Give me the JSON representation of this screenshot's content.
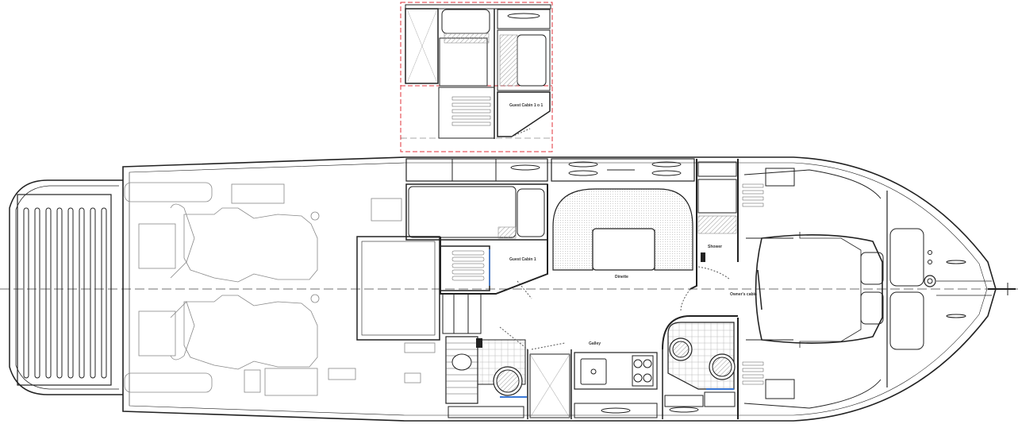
{
  "labels": {
    "guest_cabin_top": "Guest Cabin 1 o 1",
    "guest_cabin_1": "Guest Cabin 1",
    "dinette": "Dinette",
    "galley": "Galley",
    "shower": "Shower",
    "owners_cabin": "Owner's cabin"
  },
  "colors": {
    "line": "#222222",
    "faint": "#888888",
    "highlight": "#e0303a",
    "hatch": "#999999",
    "accent": "#3a78d6"
  }
}
